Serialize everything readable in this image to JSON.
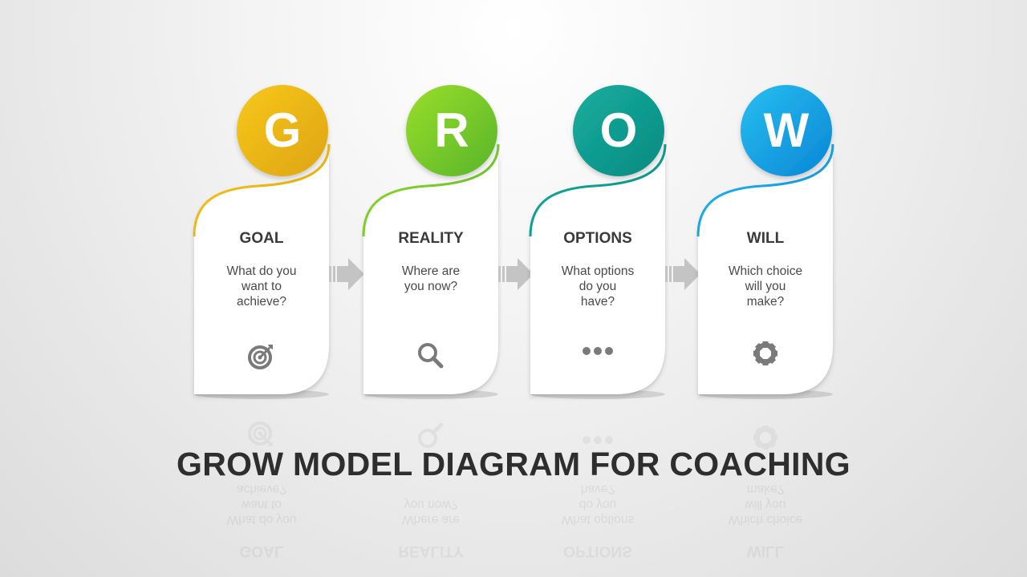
{
  "title": "GROW MODEL DIAGRAM FOR COACHING",
  "steps": [
    {
      "letter": "G",
      "title": "GOAL",
      "lines": [
        "What do you",
        "want to",
        "achieve?"
      ],
      "icon": "target-icon",
      "color1": "#f7c81c",
      "color2": "#dea412"
    },
    {
      "letter": "R",
      "title": "REALITY",
      "lines": [
        "Where are",
        "you now?"
      ],
      "icon": "search-icon",
      "color1": "#9ade2a",
      "color2": "#58b52c"
    },
    {
      "letter": "O",
      "title": "OPTIONS",
      "lines": [
        "What options",
        "do you",
        "have?"
      ],
      "icon": "more-dots-icon",
      "color1": "#16ae9f",
      "color2": "#0a8a80"
    },
    {
      "letter": "W",
      "title": "WILL",
      "lines": [
        "Which choice",
        "will you",
        "make?"
      ],
      "icon": "gear-icon",
      "color1": "#27bff0",
      "color2": "#0a86d6"
    }
  ],
  "icon_color": "#7a7a7a",
  "arrow_color": "#c4c4c4"
}
